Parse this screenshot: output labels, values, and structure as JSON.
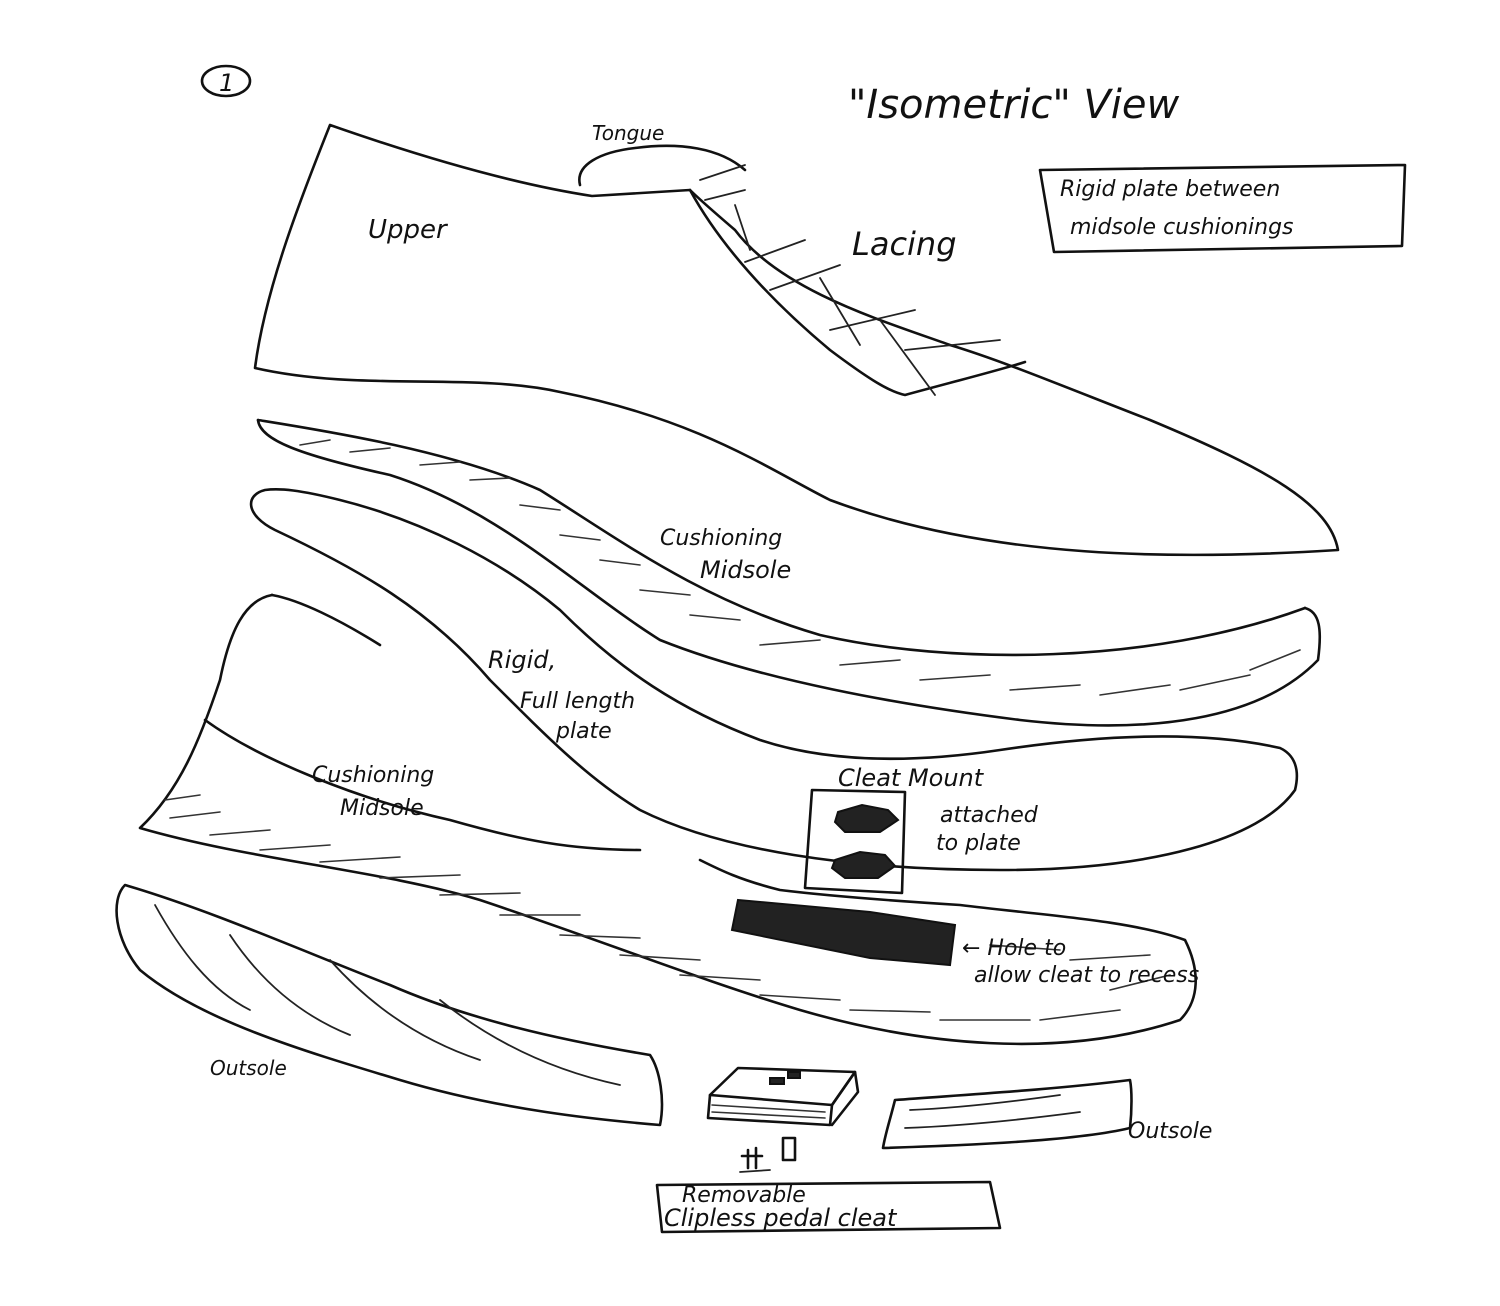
{
  "page_number": "1",
  "title": "\"Isometric\" View",
  "labels": {
    "tongue": "Tongue",
    "upper": "Upper",
    "lacing": "Lacing",
    "note": [
      "Rigid plate between",
      "midsole cushionings"
    ],
    "cushioning_midsole_top": [
      "Cushioning",
      "Midsole"
    ],
    "rigid_plate": [
      "Rigid,",
      "Full length",
      "plate"
    ],
    "cushioning_midsole_bottom": [
      "Cushioning",
      "Midsole"
    ],
    "cleat_mount": [
      "Cleat  Mount",
      "attached",
      "to plate"
    ],
    "hole": [
      "← Hole to",
      "allow cleat to recess"
    ],
    "outsole_left": "Outsole",
    "outsole_right": "Outsole",
    "cleat_box": [
      "Removable",
      "Clipless pedal cleat"
    ]
  }
}
